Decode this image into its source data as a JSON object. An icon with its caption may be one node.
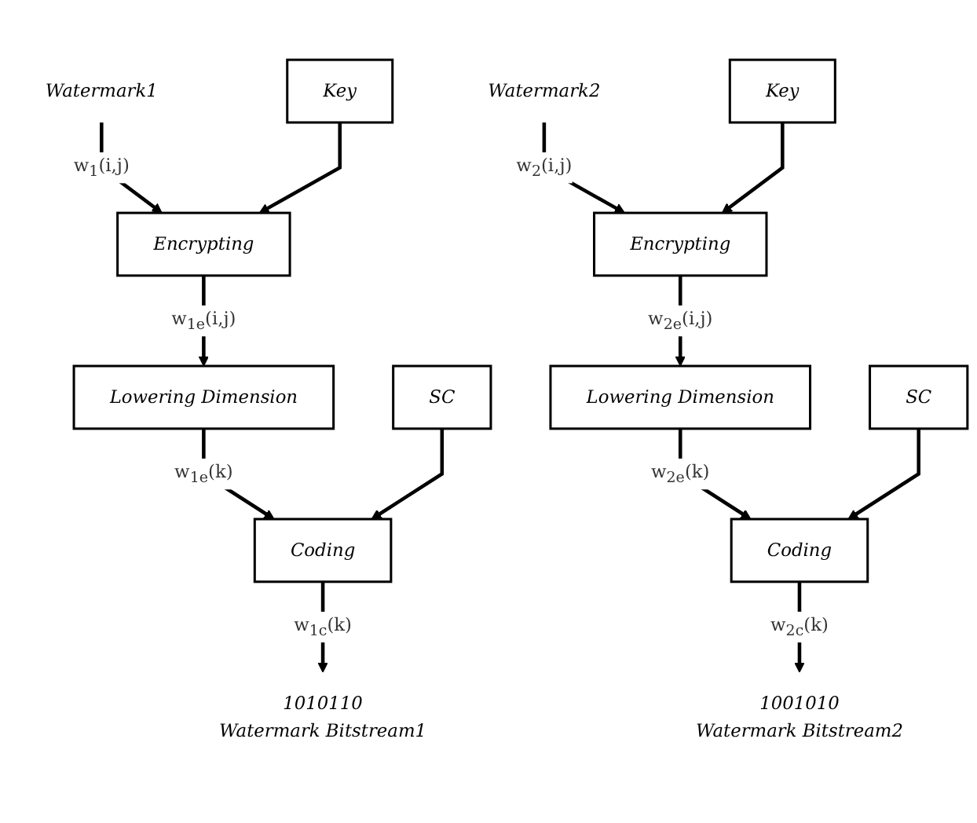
{
  "diagram": {
    "nodes": [
      {
        "text": [
          "Watermark1"
        ]
      },
      {
        "text": [
          "Key"
        ]
      },
      {
        "text": [
          "Encrypting"
        ]
      },
      {
        "text": [
          "Lowering Dimension"
        ]
      },
      {
        "text": [
          "SC"
        ]
      },
      {
        "text": [
          "Coding"
        ]
      },
      {
        "text": [
          "1010110",
          "Watermark Bitstream1"
        ]
      },
      {
        "text": [
          "Watermark2"
        ]
      },
      {
        "text": [
          "Encrypting"
        ]
      },
      {
        "text": [
          "Key"
        ]
      },
      {
        "text": [
          "Lowering Dimension"
        ]
      },
      {
        "text": [
          "Coding"
        ]
      },
      {
        "text": [
          "SC"
        ]
      },
      {
        "text": [
          "1001010",
          "Watermark Bitstream2"
        ]
      }
    ],
    "edges": [
      {
        "from": 0,
        "to": 2,
        "arrow": "to",
        "label": "w$_{1}$(i,j)"
      },
      {
        "from": 1,
        "to": 2,
        "arrow": "to"
      },
      {
        "from": 2,
        "to": 3,
        "arrow": "to",
        "label": "w$_{1e}$(i,j)"
      },
      {
        "from": 3,
        "to": 5,
        "arrow": "to",
        "label": "w$_{1e}$(k)"
      },
      {
        "from": 4,
        "to": 5,
        "arrow": "to"
      },
      {
        "from": 5,
        "to": 6,
        "arrow": "to",
        "label": "w$_{1c}$(k)"
      },
      {
        "from": 7,
        "to": 8,
        "arrow": "to",
        "label": "w$_{2}$(i,j)"
      },
      {
        "from": 9,
        "to": 8,
        "arrow": "to"
      },
      {
        "from": 8,
        "to": 10,
        "arrow": "to",
        "label": "w$_{2e}$(i,j)"
      },
      {
        "from": 10,
        "to": 11,
        "arrow": "to",
        "label": "w$_{2e}$(k)"
      },
      {
        "from": 12,
        "to": 11,
        "arrow": "to"
      },
      {
        "from": 11,
        "to": 13,
        "arrow": "to",
        "label": "w$_{2c}$(k)"
      }
    ]
  }
}
